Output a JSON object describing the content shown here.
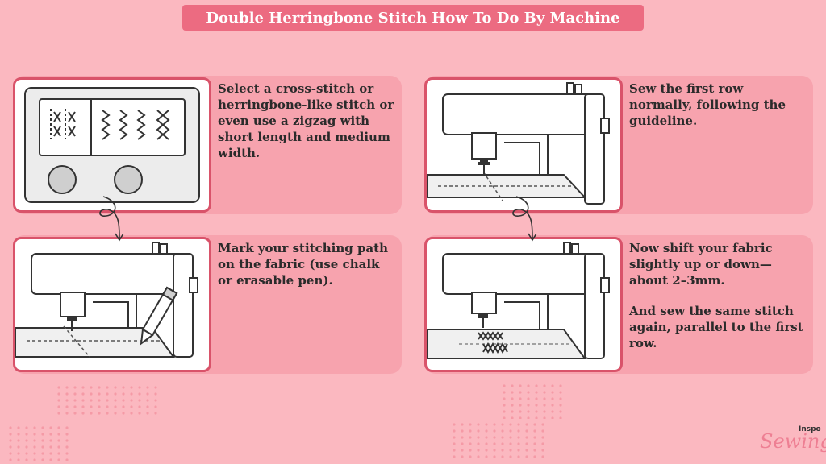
{
  "title": "Double Herringbone Stitch How To Do By Machine",
  "steps": [
    {
      "text": "Select a cross-stitch or herringbone-like stitch or even use a zigzag with short length and medium width."
    },
    {
      "text": "Sew the first row normally, following the guideline."
    },
    {
      "text": "Mark your stitching path on the fabric (use chalk or erasable pen)."
    },
    {
      "text_1": "Now shift your fabric slightly up or down—about 2–3mm.",
      "text_2": "And sew the same stitch again, parallel to the first row."
    }
  ],
  "logo": {
    "main": "Sewing",
    "sup": "Inspo"
  },
  "colors": {
    "background": "#fbb8c0",
    "card": "#f7a3ae",
    "accent": "#ec6b81",
    "panel_border": "#d9536a"
  }
}
